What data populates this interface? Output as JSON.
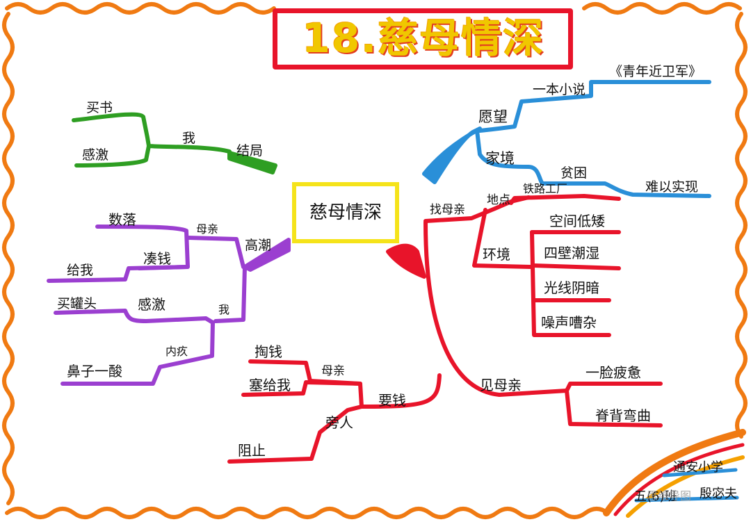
{
  "title": "18.慈母情深",
  "center": "慈母情深",
  "branches": {
    "green": {
      "color": "#2e9e22",
      "root": "结局",
      "mid": "我",
      "leaves": [
        "买书",
        "感激"
      ]
    },
    "blue": {
      "color": "#2a8fd8",
      "wish": "愿望",
      "novel": "一本小说",
      "book": "《青年近卫军》",
      "family": "家境",
      "poor": "贫困",
      "hard": "难以实现"
    },
    "purple": {
      "color": "#9b3fd0",
      "root": "高潮",
      "mother": "母亲",
      "scold": "数落",
      "collect": "凑钱",
      "give": "给我",
      "me": "我",
      "grateful": "感激",
      "buy_can": "买罐头",
      "guilt": "内疚",
      "nose": "鼻子一酸"
    },
    "red": {
      "color": "#e8142a",
      "find": "找母亲",
      "place": "地点",
      "factory": "铁路工厂",
      "env": "环境",
      "env_items": [
        "空间低矮",
        "四壁潮湿",
        "光线阴暗",
        "噪声嘈杂"
      ],
      "see": "见母亲",
      "see_items": [
        "一脸疲惫",
        "脊背弯曲"
      ],
      "ask": "要钱",
      "ask_mother": "母亲",
      "ask_mother_items": [
        "掏钱",
        "塞给我"
      ],
      "others": "旁人",
      "others_items": [
        "阻止"
      ]
    }
  },
  "signature": {
    "school": "通安小学",
    "class": "五(6)班",
    "name": "殷宓夫"
  },
  "watermark": "思维导图"
}
